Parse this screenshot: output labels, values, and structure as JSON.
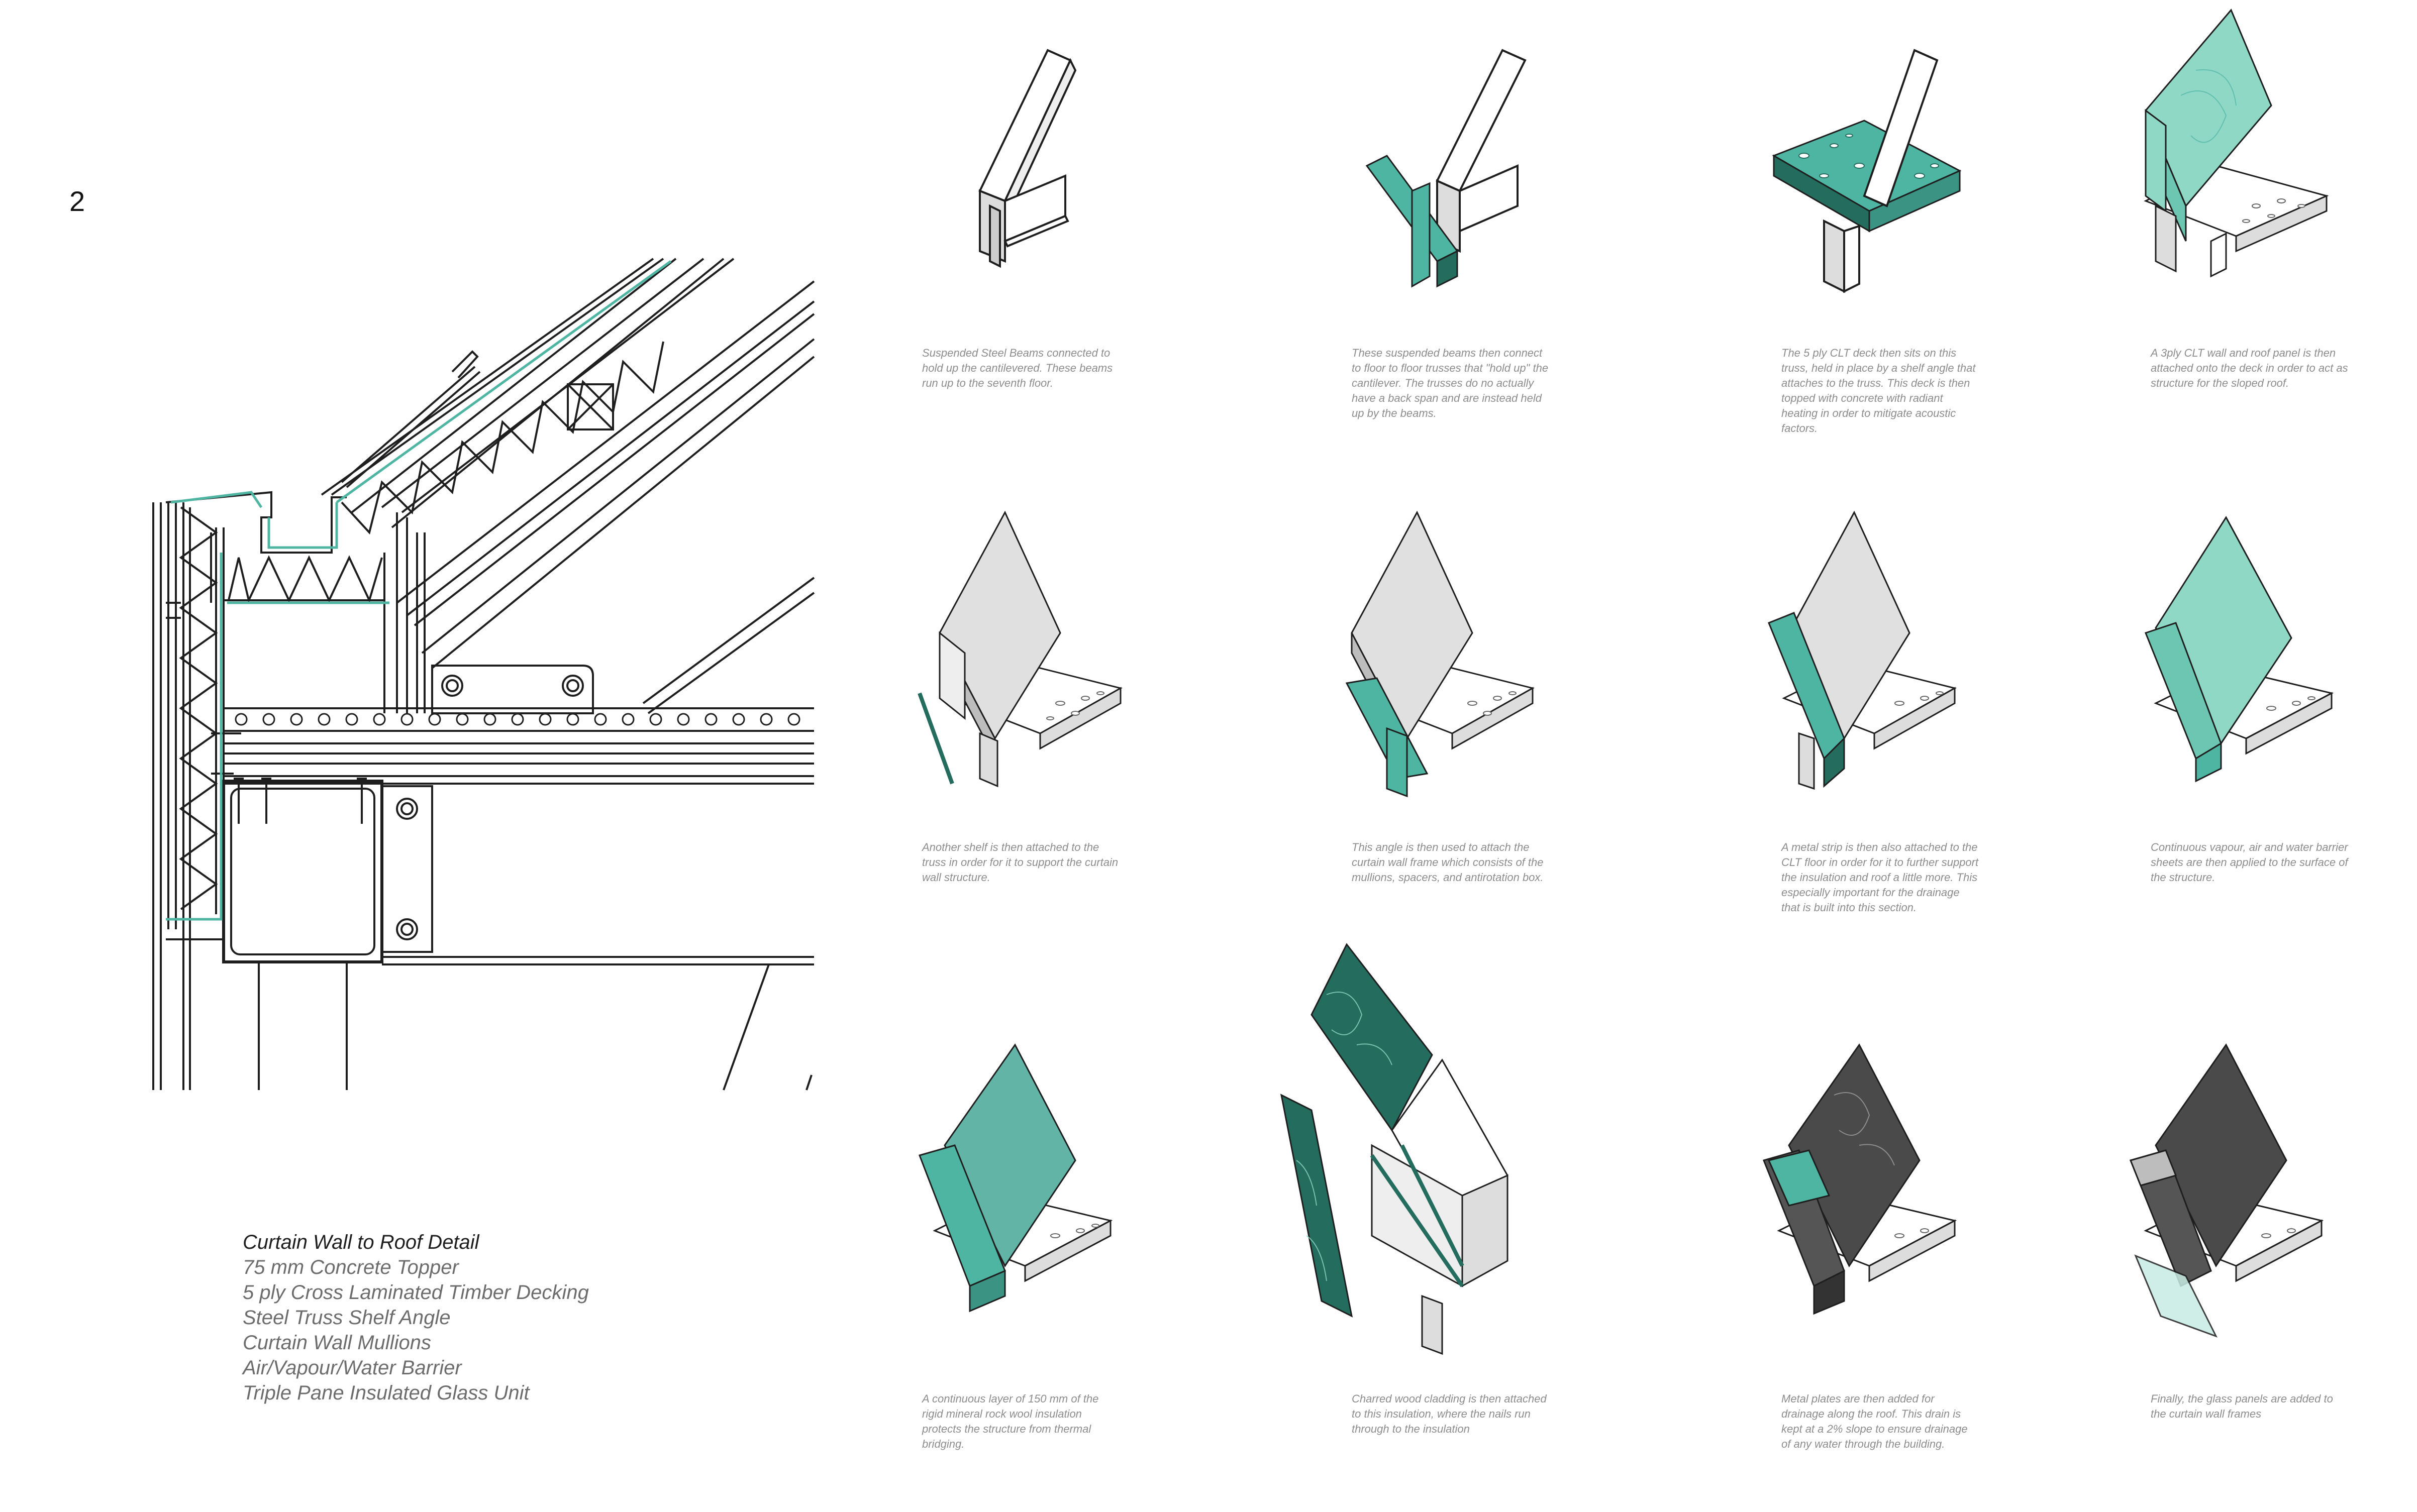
{
  "sheet": {
    "number": "2"
  },
  "legend": {
    "title": "Curtain Wall to Roof Detail",
    "items": [
      "75 mm Concrete Topper",
      "5 ply Cross Laminated Timber Decking",
      "Steel Truss Shelf Angle",
      "Curtain Wall Mullions",
      "Air/Vapour/Water Barrier",
      "Triple Pane Insulated Glass Unit"
    ]
  },
  "steps": [
    {
      "caption": "Suspended Steel Beams connected to hold up the cantilevered. These beams run up to the seventh floor."
    },
    {
      "caption": "These suspended beams then connect to floor to floor trusses that \"hold up\" the cantilever. The trusses do no actually have a back span and are instead held up by the beams."
    },
    {
      "caption": "The 5 ply CLT deck then sits on this truss, held in place by a shelf angle that attaches to the truss. This deck is then topped with concrete with radiant heating in order to mitigate acoustic factors."
    },
    {
      "caption": "A 3ply CLT wall and roof panel is then attached onto the deck in order to act as structure for the sloped roof."
    },
    {
      "caption": "Another shelf is then attached to the truss in order for it to support the curtain wall structure."
    },
    {
      "caption": "This angle is then used to attach the curtain wall frame which consists of the mullions, spacers, and antirotation box."
    },
    {
      "caption": "A metal strip is then also attached to the CLT floor in order for it to further support the insulation and roof a little more. This especially important for the drainage that is built into this section."
    },
    {
      "caption": "Continuous vapour, air and water barrier sheets are then applied to the surface of the structure."
    },
    {
      "caption": "A continuous layer of 150 mm of the rigid mineral rock wool insulation protects the structure from thermal bridging."
    },
    {
      "caption": "Charred wood cladding is then attached to this insulation, where the nails run through to the insulation"
    },
    {
      "caption": "Metal plates are then added for drainage along the roof. This drain is kept at a 2% slope to ensure drainage of any water through the building."
    },
    {
      "caption": "Finally, the glass panels are added to the curtain wall frames"
    }
  ],
  "colors": {
    "teal": "#4fb5a3",
    "teal_light": "#8fd8c6",
    "teal_dark": "#236c5e",
    "line": "#1e1e1e",
    "charred": "#4a4a4a"
  }
}
